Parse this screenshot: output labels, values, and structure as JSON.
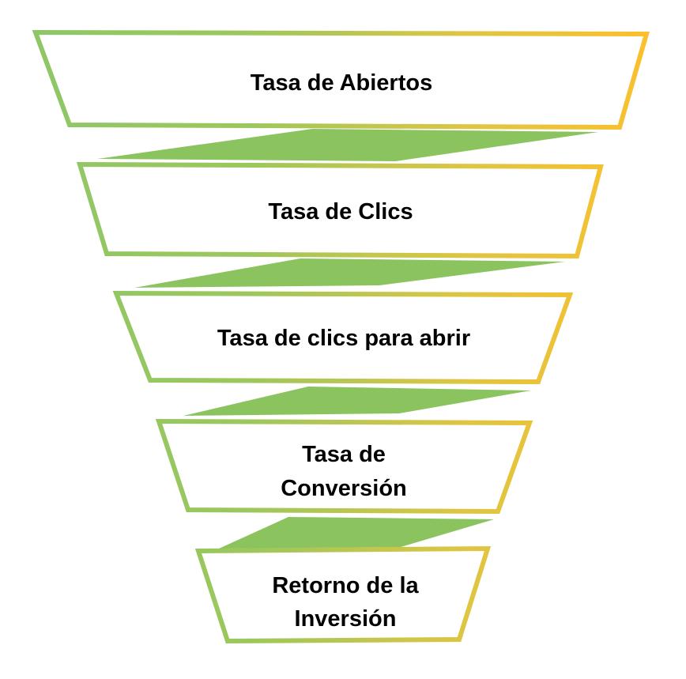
{
  "diagram": {
    "type": "funnel",
    "orientation": "top-wide-to-bottom-narrow",
    "stages": [
      {
        "label": "Tasa de Abiertos",
        "lines": [
          "Tasa de Abiertos"
        ]
      },
      {
        "label": "Tasa de Clics",
        "lines": [
          "Tasa de Clics"
        ]
      },
      {
        "label": "Tasa de clics para abrir",
        "lines": [
          "Tasa de clics para abrir"
        ]
      },
      {
        "label": "Tasa de Conversión",
        "lines": [
          "Tasa de",
          "Conversión"
        ]
      },
      {
        "label": "Retorno de la Inversión",
        "lines": [
          "Retorno de la",
          "Inversión"
        ]
      }
    ],
    "colors": {
      "gradient_start": "#8EC767",
      "gradient_mid1": "#9CC75C",
      "gradient_mid2": "#DEC542",
      "gradient_end": "#FBC02D",
      "connector_fill": "#8BC45F",
      "segment_fill": "#FFFFFF",
      "text": "#000000",
      "background": "#FFFFFF"
    }
  }
}
